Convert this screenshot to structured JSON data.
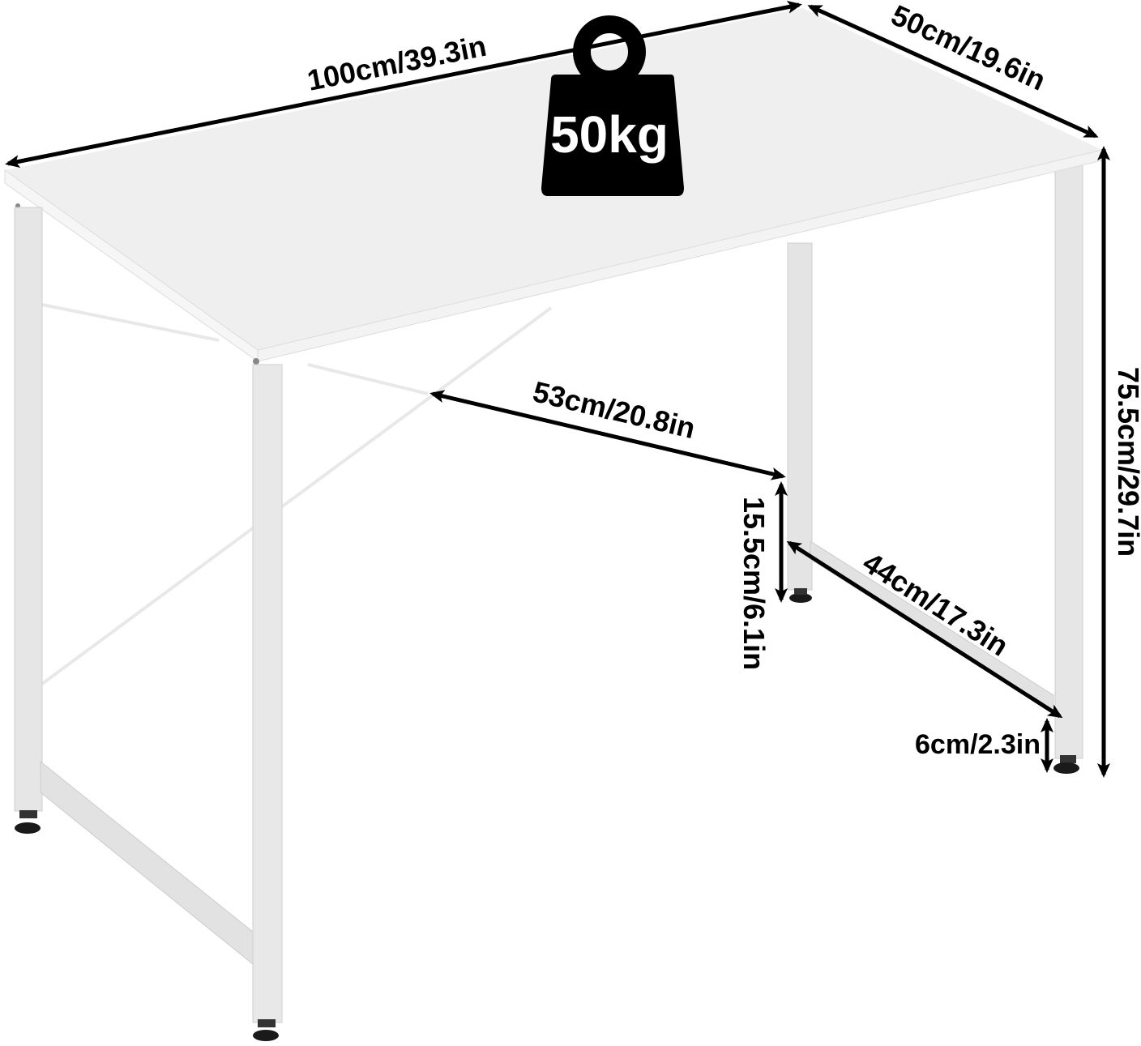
{
  "product": {
    "name": "White desk with metal frame",
    "colors": {
      "background": "#ffffff",
      "tabletop": "#efefef",
      "tabletop_edge": "#f7f7f7",
      "frame": "#e6e6e6",
      "frame_shadow": "#d2d2d2",
      "feet": "#1a1a1a",
      "annotation": "#000000",
      "weight_icon": "#000000",
      "weight_text": "#ffffff"
    }
  },
  "weight_badge": {
    "icon": "weight-icon",
    "label": "50kg"
  },
  "dimensions": {
    "width": "100cm/39.3in",
    "depth": "50cm/19.6in",
    "height": "75.5cm/29.7in",
    "leg_spacing": "53cm/20.8in",
    "side_bar_height": "15.5cm/6.1in",
    "side_bar_length": "44cm/17.3in",
    "foot_clearance": "6cm/2.3in"
  }
}
